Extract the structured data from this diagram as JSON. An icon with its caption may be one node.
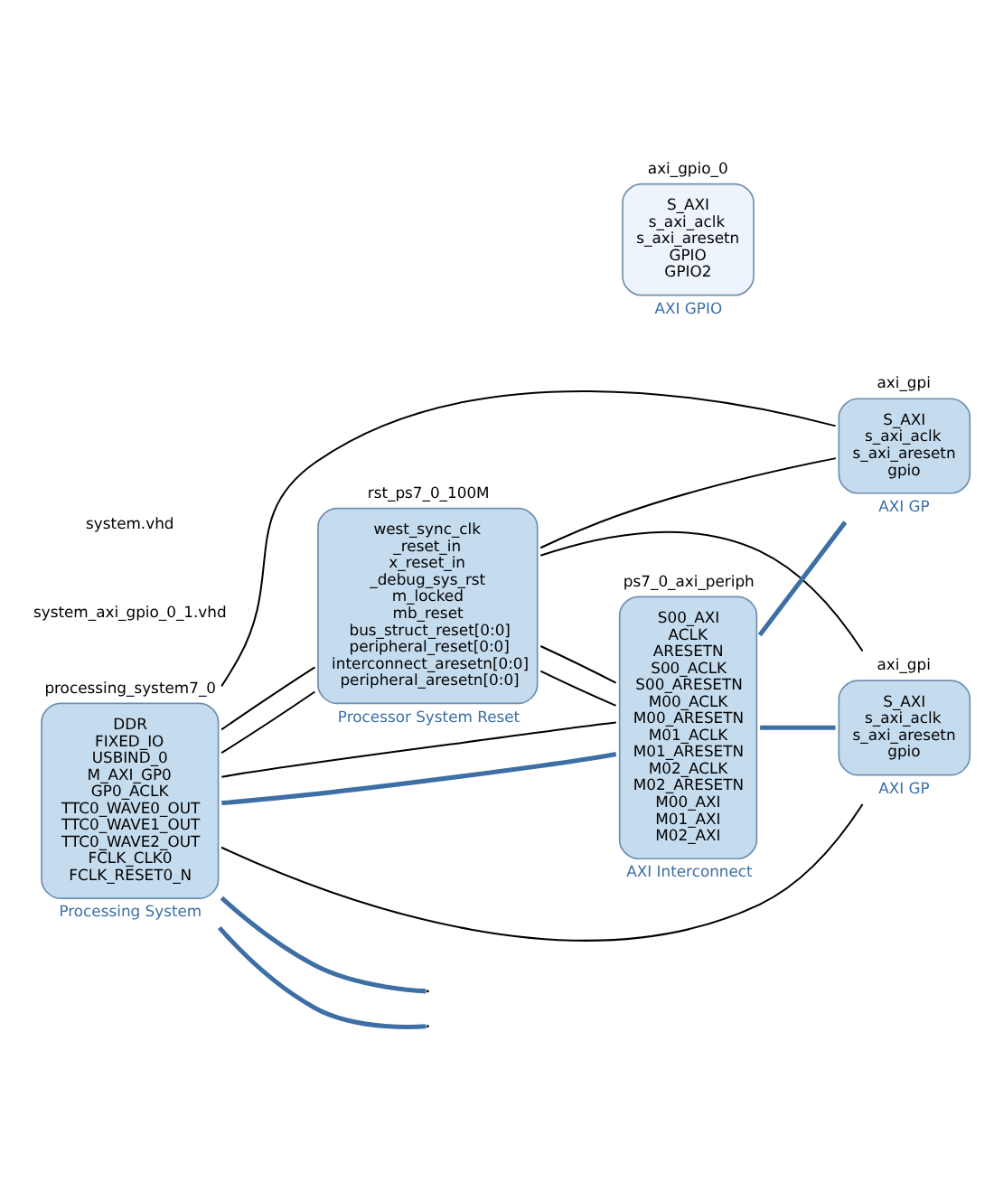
{
  "diagram": {
    "nodes": [
      {
        "text": [
          "rst_ps7_0_100M",
          "west_sync_clk",
          "_reset_in",
          "x_reset_in",
          "_debug_sys_rst",
          "m_locked",
          "mb_reset",
          "bus_struct_reset[0:0]",
          "peripheral_reset[0:0]",
          "interconnect_aresetn[0:0]",
          "peripheral_aresetn[0:0]",
          "Processor System Reset"
        ]
      },
      {
        "text": [
          "ps7_0_axi_periph",
          "S00_AXI",
          "ACLK",
          "ARESETN",
          "S00_ACLK",
          "S00_ARESETN",
          "M00_ACLK",
          "M00_ARESETN",
          "M01_ACLK",
          "M01_ARESETN",
          "M02_ACLK",
          "M02_ARESETN",
          "M00_AXI",
          "M01_AXI",
          "M02_AXI",
          "AXI Interconnect"
        ]
      },
      {
        "text": [
          "axi_gpi",
          "S_AXI",
          "s_axi_aclk",
          "s_axi_aresetn",
          "gpio",
          "AXI GP"
        ]
      },
      {
        "text": [
          "axi_gpi",
          "S_AXI",
          "s_axi_aclk",
          "s_axi_aresetn",
          "gpio",
          "AXI GP"
        ]
      },
      {
        "text": [
          "processing_system7_0",
          "DDR",
          "FIXED_IO",
          "USBIND_0",
          "M_AXI_GP0",
          "GP0_ACLK",
          "TTC0_WAVE0_OUT",
          "TTC0_WAVE1_OUT",
          "TTC0_WAVE2_OUT",
          "FCLK_CLK0",
          "FCLK_RESET0_N",
          "Processing System"
        ]
      },
      {
        "text": [
          "axi_gpio_0",
          "S_AXI",
          "s_axi_aclk",
          "s_axi_aresetn",
          "GPIO",
          "GPIO2",
          "AXI GPIO"
        ]
      }
    ],
    "edges": [
      {
        "from": 4,
        "to": 1,
        "arrow": "none",
        "style": "thick",
        "color": "#3d6fa5"
      },
      {
        "from": 4,
        "to": 0,
        "arrow": "none"
      },
      {
        "from": 4,
        "to": 0,
        "arrow": "none"
      },
      {
        "from": 4,
        "to": 1,
        "arrow": "none"
      },
      {
        "from": 4,
        "to": 2,
        "arrow": "none"
      },
      {
        "from": 4,
        "to": 3,
        "arrow": "none"
      },
      {
        "from": 0,
        "to": 1,
        "arrow": "none"
      },
      {
        "from": 0,
        "to": 1,
        "arrow": "none"
      },
      {
        "from": 0,
        "to": 2,
        "arrow": "none"
      },
      {
        "from": 0,
        "to": 3,
        "arrow": "none"
      },
      {
        "from": 1,
        "to": 2,
        "arrow": "none",
        "style": "thick",
        "color": "#3d6fa5"
      },
      {
        "from": 1,
        "to": 3,
        "arrow": "none",
        "style": "thick",
        "color": "#3d6fa5"
      },
      {
        "from": 4,
        "to": null,
        "arrow": "none",
        "style": "thick",
        "color": "#3d6fa5"
      },
      {
        "from": 4,
        "to": null,
        "arrow": "none",
        "style": "thick",
        "color": "#3d6fa5"
      }
    ],
    "labels": [
      "system_axi_gpio_0_1.vhd",
      "system.vhd"
    ]
  }
}
